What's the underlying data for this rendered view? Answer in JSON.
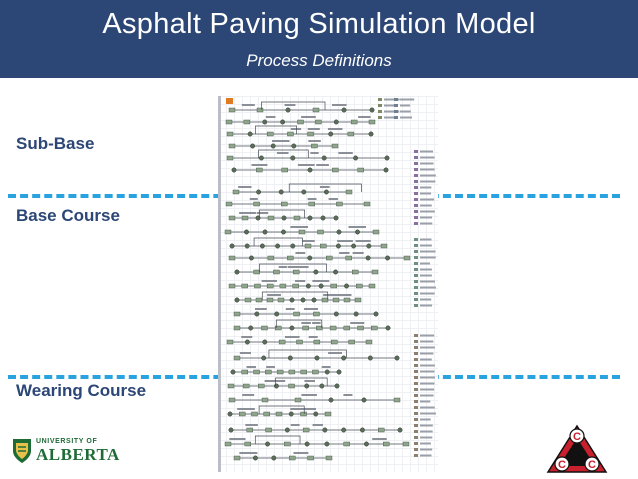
{
  "header": {
    "title": "Asphalt Paving Simulation Model",
    "subtitle": "Process Definitions"
  },
  "sections": [
    {
      "label": "Sub-Base"
    },
    {
      "label": "Base Course"
    },
    {
      "label": "Wearing Course"
    }
  ],
  "logos": {
    "university_small": "UNIVERSITY OF",
    "university_big": "ALBERTA",
    "ccc_letters": [
      "C",
      "C",
      "C"
    ]
  },
  "colors": {
    "header_bg": "#2c4676",
    "label_text": "#2c4676",
    "divider": "#29a3e0",
    "logo_green": "#1f6b36",
    "ccc_red": "#c8202c"
  }
}
